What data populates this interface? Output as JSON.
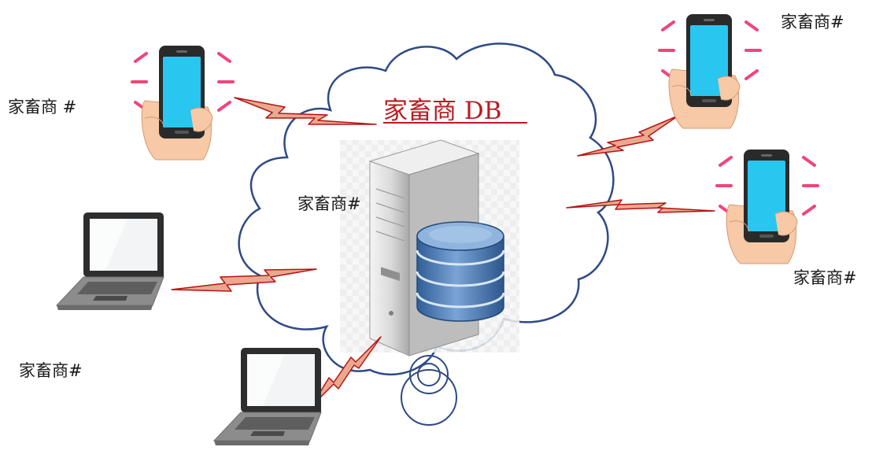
{
  "diagram": {
    "title": "家畜商 DB",
    "server_label": "家畜商#",
    "clients": [
      {
        "label": "家畜商 #",
        "kind": "smartphone"
      },
      {
        "label": "家畜商#",
        "kind": "smartphone"
      },
      {
        "label": "家畜商#",
        "kind": "smartphone"
      },
      {
        "label": "家畜商#",
        "kind": "laptop"
      },
      {
        "label": "",
        "kind": "laptop"
      }
    ]
  },
  "colors": {
    "title_text": "#b81c22",
    "cloud_stroke": "#2e4a87",
    "bolt_fill": "#e8a98f",
    "bolt_stroke": "#b81313",
    "phone_screen": "#29c6f0",
    "hand_skin": "#f7c9a6",
    "signal_marks": "#f0457a",
    "db_blue": "#4f7fb8"
  },
  "icons": [
    "cloud-icon",
    "server-tower-icon",
    "database-icon",
    "smartphone-icon",
    "hand-icon",
    "laptop-icon",
    "lightning-bolt-icon",
    "signal-ring-icon"
  ]
}
